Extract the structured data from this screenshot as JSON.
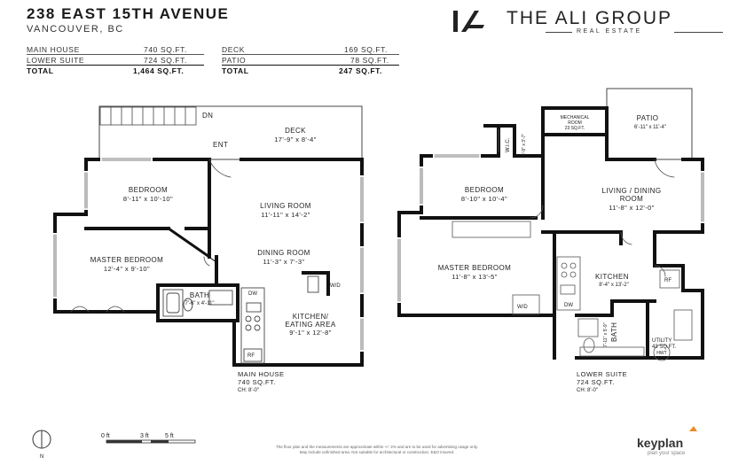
{
  "header": {
    "address": "238 EAST 15TH AVENUE",
    "city": "VANCOUVER, BC"
  },
  "summary": {
    "left": [
      {
        "label": "MAIN HOUSE",
        "value": "740 SQ.FT."
      },
      {
        "label": "LOWER SUITE",
        "value": "724 SQ.FT."
      },
      {
        "label": "TOTAL",
        "value": "1,464 SQ.FT."
      }
    ],
    "right": [
      {
        "label": "DECK",
        "value": "169 SQ.FT."
      },
      {
        "label": "PATIO",
        "value": "78 SQ.FT."
      },
      {
        "label": "TOTAL",
        "value": "247 SQ.FT."
      }
    ]
  },
  "brand": {
    "name": "THE ALI GROUP",
    "sub": "REAL ESTATE"
  },
  "main_house": {
    "dn": "DN",
    "ent": "ENT",
    "deck": {
      "name": "DECK",
      "dims": "17'-9\"  x  8'-4\""
    },
    "bedroom": {
      "name": "BEDROOM",
      "dims": "8'-11\"  x  10'-10\""
    },
    "living": {
      "name": "LIVING ROOM",
      "dims": "11'-11\"  x  14'-2\""
    },
    "master": {
      "name": "MASTER BEDROOM",
      "dims": "12'-4\"  x  9'-10\""
    },
    "dining": {
      "name": "DINING ROOM",
      "dims": "11'-3\"  x  7'-3\""
    },
    "bath": {
      "name": "BATH",
      "dims": "7'-6\" x 4'-11\""
    },
    "kitchen": {
      "name1": "KITCHEN/",
      "name2": "EATING AREA",
      "dims": "9'-1\"  x  12'-8\""
    },
    "wd": "W/D",
    "dw": "DW",
    "rf": "RF",
    "caption": {
      "l1": "MAIN HOUSE",
      "l2": "740 SQ.FT.",
      "l3": "CH: 8'-0\""
    }
  },
  "lower_suite": {
    "patio": {
      "name": "PATIO",
      "dims": "6'-11\" x 11'-4\""
    },
    "mech": {
      "l1": "MECHANICAL",
      "l2": "ROOM",
      "l3": "23 SQ.FT."
    },
    "wic": {
      "name": "W.I.C.",
      "dims": "4'-9\" x 3'-7\""
    },
    "bedroom": {
      "name": "BEDROOM",
      "dims": "8'-10\"  x  10'-4\""
    },
    "living": {
      "name1": "LIVING / DINING",
      "name2": "ROOM",
      "dims": "11'-8\"  x  12'-0\""
    },
    "master": {
      "name": "MASTER BEDROOM",
      "dims": "11'-8\"  x  13'-5\""
    },
    "kitchen": {
      "name": "KITCHEN",
      "dims": "8'-4\" x 13'-2\""
    },
    "bath": {
      "name": "BATH",
      "dims": "7'-11\" x 5'-9\""
    },
    "utility": {
      "name": "UTILITY",
      "area": "43 SQ.FT."
    },
    "hwt": "HWT",
    "wd": "W/D",
    "dw": "DW",
    "rf": "RF",
    "caption": {
      "l1": "LOWER SUITE",
      "l2": "724 SQ.FT.",
      "l3": "CH: 8'-0\""
    }
  },
  "footer": {
    "north": "N",
    "scale": [
      "0 ft",
      "3 ft",
      "5 ft"
    ],
    "disclaimer_l1": "The floor plan and the measurements are approximate within +/- 2% and are to be used for advertising usage only.",
    "disclaimer_l2": "May include unfinished area. Not suitable for architectural or construction. E&O insured.",
    "keyplan": "keyplan",
    "keyplan_sub": "plan your space"
  }
}
